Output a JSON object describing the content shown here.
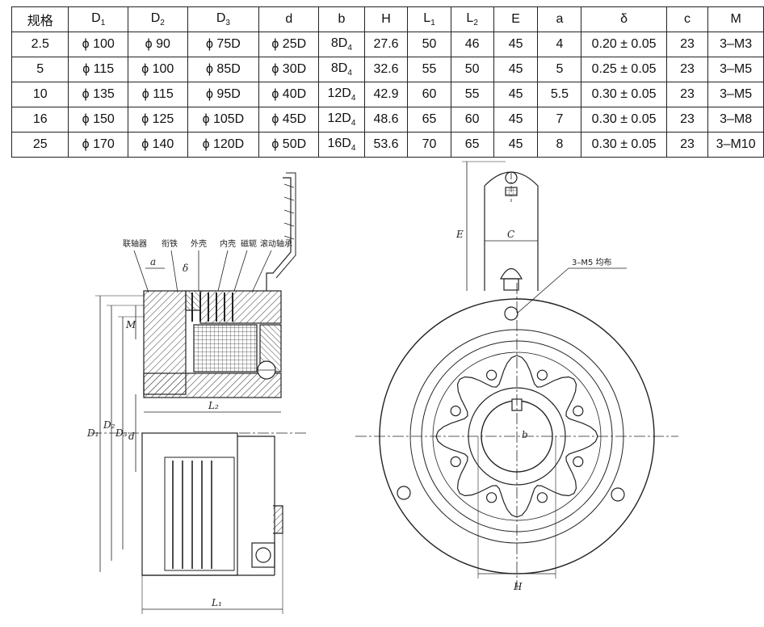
{
  "table": {
    "headers": [
      {
        "main": "规格",
        "sub": ""
      },
      {
        "main": "D",
        "sub": "1"
      },
      {
        "main": "D",
        "sub": "2"
      },
      {
        "main": "D",
        "sub": "3"
      },
      {
        "main": "d",
        "sub": ""
      },
      {
        "main": "b",
        "sub": ""
      },
      {
        "main": "H",
        "sub": ""
      },
      {
        "main": "L",
        "sub": "1"
      },
      {
        "main": "L",
        "sub": "2"
      },
      {
        "main": "E",
        "sub": ""
      },
      {
        "main": "a",
        "sub": ""
      },
      {
        "main": "δ",
        "sub": ""
      },
      {
        "main": "c",
        "sub": ""
      },
      {
        "main": "M",
        "sub": ""
      }
    ],
    "rows": [
      [
        {
          "t": "2.5"
        },
        {
          "t": "ϕ 100"
        },
        {
          "t": "ϕ 90"
        },
        {
          "t": "ϕ 75D"
        },
        {
          "t": "ϕ 25D"
        },
        {
          "t": "8D",
          "s": "4"
        },
        {
          "t": "27.6"
        },
        {
          "t": "50"
        },
        {
          "t": "46"
        },
        {
          "t": "45"
        },
        {
          "t": "4"
        },
        {
          "t": "0.20 ± 0.05"
        },
        {
          "t": "23"
        },
        {
          "t": "3–M3"
        }
      ],
      [
        {
          "t": "5"
        },
        {
          "t": "ϕ 115"
        },
        {
          "t": "ϕ 100"
        },
        {
          "t": "ϕ 85D"
        },
        {
          "t": "ϕ 30D"
        },
        {
          "t": "8D",
          "s": "4"
        },
        {
          "t": "32.6"
        },
        {
          "t": "55"
        },
        {
          "t": "50"
        },
        {
          "t": "45"
        },
        {
          "t": "5"
        },
        {
          "t": "0.25 ± 0.05"
        },
        {
          "t": "23"
        },
        {
          "t": "3–M5"
        }
      ],
      [
        {
          "t": "10"
        },
        {
          "t": "ϕ 135"
        },
        {
          "t": "ϕ 115"
        },
        {
          "t": "ϕ 95D"
        },
        {
          "t": "ϕ 40D"
        },
        {
          "t": "12D",
          "s": "4"
        },
        {
          "t": "42.9"
        },
        {
          "t": "60"
        },
        {
          "t": "55"
        },
        {
          "t": "45"
        },
        {
          "t": "5.5"
        },
        {
          "t": "0.30 ± 0.05"
        },
        {
          "t": "23"
        },
        {
          "t": "3–M5"
        }
      ],
      [
        {
          "t": "16"
        },
        {
          "t": "ϕ 150"
        },
        {
          "t": "ϕ 125"
        },
        {
          "t": "ϕ 105D"
        },
        {
          "t": "ϕ 45D"
        },
        {
          "t": "12D",
          "s": "4"
        },
        {
          "t": "48.6"
        },
        {
          "t": "65"
        },
        {
          "t": "60"
        },
        {
          "t": "45"
        },
        {
          "t": "7"
        },
        {
          "t": "0.30 ± 0.05"
        },
        {
          "t": "23"
        },
        {
          "t": "3–M8"
        }
      ],
      [
        {
          "t": "25"
        },
        {
          "t": "ϕ 170"
        },
        {
          "t": "ϕ 140"
        },
        {
          "t": "ϕ 120D"
        },
        {
          "t": "ϕ 50D"
        },
        {
          "t": "16D",
          "s": "4"
        },
        {
          "t": "53.6"
        },
        {
          "t": "70"
        },
        {
          "t": "65"
        },
        {
          "t": "45"
        },
        {
          "t": "8"
        },
        {
          "t": "0.30 ± 0.05"
        },
        {
          "t": "23"
        },
        {
          "t": "3–M10"
        }
      ]
    ]
  },
  "side_view": {
    "part_labels": [
      "联轴器",
      "衔铁",
      "外壳",
      "内壳",
      "磁轭",
      "滚动轴承"
    ],
    "dim_a": "a",
    "dim_delta": "δ",
    "dim_M": "M",
    "dim_D1": "D₁",
    "dim_D2": "D₂",
    "dim_D3": "D₃",
    "dim_d": "d",
    "dim_L2": "L₂",
    "dim_L1": "L₁"
  },
  "front_view": {
    "callout": "3–M5 均布",
    "dim_E": "E",
    "dim_C": "C",
    "dim_b": "b",
    "dim_H": "H"
  },
  "colors": {
    "ink": "#222222",
    "hatch": "#444444",
    "line": "#222222"
  }
}
